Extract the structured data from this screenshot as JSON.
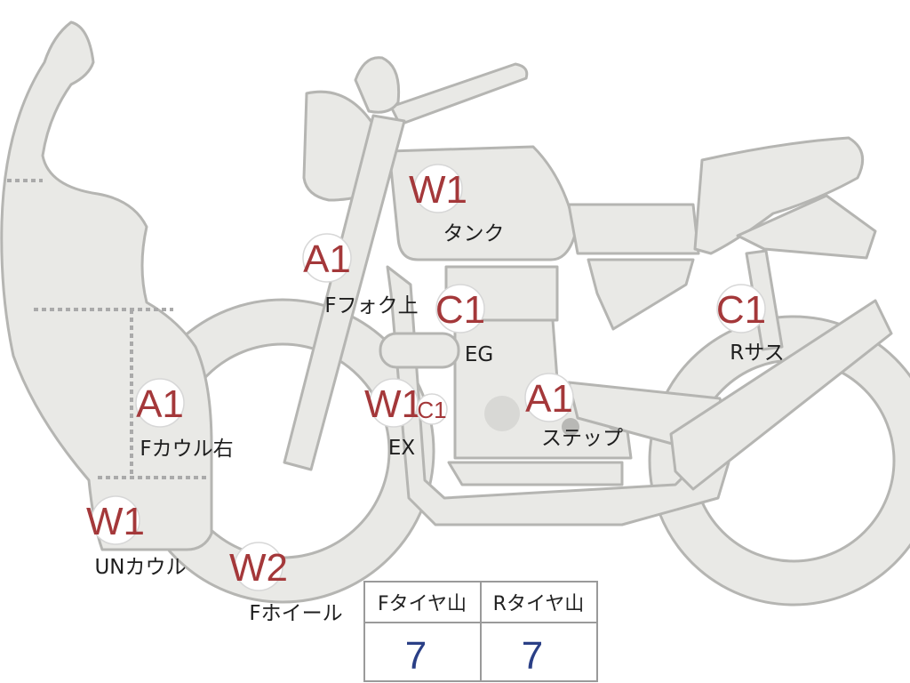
{
  "colors": {
    "body_fill": "#e9e9e6",
    "outline": "#b5b5b2",
    "grade_text": "#a4383a",
    "tire_value": "#2a3f86"
  },
  "parts": [
    {
      "id": "tank",
      "grade": "W1",
      "label": "タンク"
    },
    {
      "id": "front-fork-upper",
      "grade": "A1",
      "label": "Fフォク上"
    },
    {
      "id": "engine",
      "grade": "C1",
      "label": "EG"
    },
    {
      "id": "rear-suspension",
      "grade": "C1",
      "label": "Rサス"
    },
    {
      "id": "front-cowl-right",
      "grade": "A1",
      "label": "Fカウル右"
    },
    {
      "id": "exhaust",
      "grade": "W1",
      "label": "EX"
    },
    {
      "id": "exhaust-sub",
      "grade": "C1",
      "label": ""
    },
    {
      "id": "step",
      "grade": "A1",
      "label": "ステップ"
    },
    {
      "id": "under-cowl",
      "grade": "W1",
      "label": "UNカウル"
    },
    {
      "id": "front-wheel",
      "grade": "W2",
      "label": "Fホイール"
    }
  ],
  "tire_table": {
    "front_header": "Fタイヤ山",
    "rear_header": "Rタイヤ山",
    "front_value": "7",
    "rear_value": "7"
  }
}
